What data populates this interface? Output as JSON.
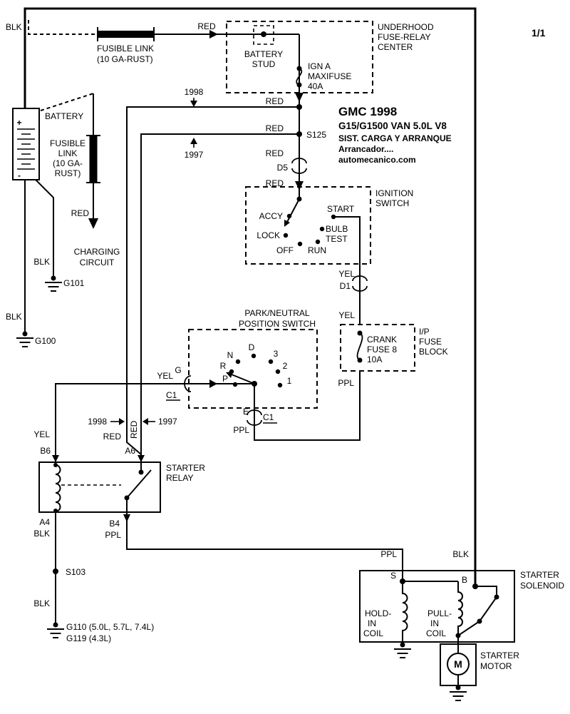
{
  "colors": {
    "ink": "#000000",
    "paper": "#ffffff"
  },
  "page": {
    "sheet": "1/1"
  },
  "title_block": {
    "make_year": "GMC 1998",
    "model": "G15/G1500 VAN  5.0L  V8",
    "system": "SIST. CARGA Y ARRANQUE",
    "subsystem": "Arrancador....",
    "site": "automecanico.com"
  },
  "top_feed": {
    "blk": "BLK",
    "fusible_link1": "FUSIBLE LINK",
    "fusible_link2": "(10 GA-RUST)",
    "red": "RED",
    "underhood1": "UNDERHOOD",
    "underhood2": "FUSE-RELAY",
    "underhood3": "CENTER",
    "stud1": "BATTERY",
    "stud2": "STUD",
    "maxifuse1": "IGN A",
    "maxifuse2": "MAXIFUSE",
    "maxifuse3": "40A",
    "year_1998": "1998",
    "red_1998": "RED",
    "year_1997": "1997",
    "red_1997": "RED",
    "s125": "S125",
    "red_above_d5": "RED",
    "d5": "D5",
    "red_below_d5": "RED"
  },
  "battery_area": {
    "battery": "BATTERY",
    "plus": "+",
    "minus": "-",
    "fusible1": "FUSIBLE",
    "fusible2": "LINK",
    "fusible3": "(10 GA-",
    "fusible4": "RUST)",
    "red": "RED",
    "charging1": "CHARGING",
    "charging2": "CIRCUIT",
    "blk_g101": "BLK",
    "g101": "G101",
    "blk_g100": "BLK",
    "g100": "G100"
  },
  "ignition": {
    "title1": "IGNITION",
    "title2": "SWITCH",
    "accy": "ACCY",
    "lock": "LOCK",
    "off": "OFF",
    "run": "RUN",
    "start": "START",
    "bulb": "BULB",
    "test": "TEST",
    "yel_above_d1": "YEL",
    "d1": "D1",
    "yel_below_d1": "YEL"
  },
  "fuse_block": {
    "title1": "I/P",
    "title2": "FUSE",
    "title3": "BLOCK",
    "fuse1": "CRANK",
    "fuse2": "FUSE 8",
    "fuse3": "10A",
    "ppl": "PPL"
  },
  "pn_switch": {
    "title1": "PARK/NEUTRAL",
    "title2": "POSITION SWITCH",
    "pos_d": "D",
    "pos_n": "N",
    "pos_r": "R",
    "pos_p": "P",
    "pos_3": "3",
    "pos_2": "2",
    "pos_1": "1",
    "g": "G",
    "yel": "YEL",
    "c1_left": "C1",
    "e": "E",
    "c1_bottom": "C1",
    "ppl": "PPL"
  },
  "relay": {
    "year_1998": "1998",
    "red_1998": "RED",
    "red_vert": "RED",
    "year_1997": "1997",
    "yel": "YEL",
    "b6": "B6",
    "a6": "A6",
    "title1": "STARTER",
    "title2": "RELAY",
    "a4": "A4",
    "b4": "B4",
    "blk": "BLK",
    "ppl": "PPL",
    "s103": "S103",
    "blk2": "BLK",
    "g110": "G110 (5.0L, 5.7L, 7.4L)",
    "g119": "G119 (4.3L)"
  },
  "solenoid": {
    "ppl": "PPL",
    "blk": "BLK",
    "s": "S",
    "b": "B",
    "title1": "STARTER",
    "title2": "SOLENOID",
    "hold1": "HOLD-",
    "hold2": "IN",
    "hold3": "COIL",
    "pull1": "PULL-",
    "pull2": "IN",
    "pull3": "COIL"
  },
  "motor": {
    "title1": "STARTER",
    "title2": "MOTOR",
    "m": "M"
  }
}
